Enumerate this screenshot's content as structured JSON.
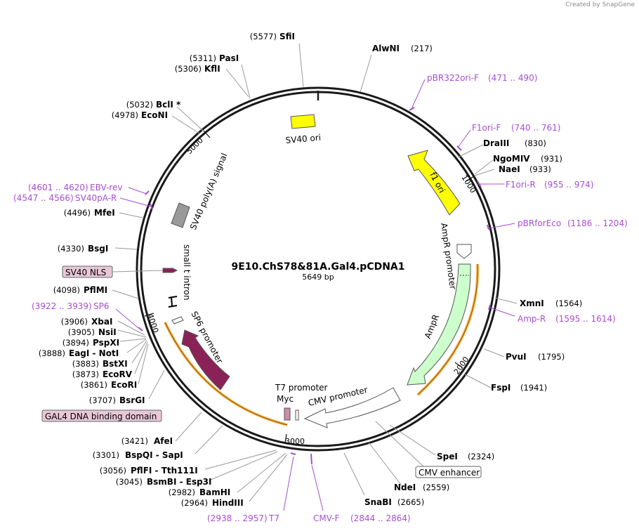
{
  "branding": "Created by SnapGene",
  "plasmid": {
    "name": "9E10.ChS78&81A.Gal4.pCDNA1",
    "size_label": "5649 bp"
  },
  "colors": {
    "primer": "#a64fd1",
    "backbone": "#1a1a1a",
    "f1ori": "#ffff00",
    "ampr": "#ccffcc",
    "gal4": "#8b2257",
    "sv40ori": "#ffff00",
    "polyA": "#999999",
    "nls": "#c98ea8",
    "orange": "#f5a623"
  },
  "ticks": [
    {
      "label": "1000"
    },
    {
      "label": "2000"
    },
    {
      "label": "3000"
    },
    {
      "label": "4000"
    },
    {
      "label": "5000"
    }
  ],
  "sites": [
    {
      "name": "SfiI",
      "pos": "(5577)"
    },
    {
      "name": "AlwNI",
      "pos": "(217)"
    },
    {
      "name": "PasI",
      "pos": "(5311)"
    },
    {
      "name": "KflI",
      "pos": "(5306)"
    },
    {
      "name": "BclI *",
      "pos": "(5032)"
    },
    {
      "name": "EcoNI",
      "pos": "(4978)"
    },
    {
      "name": "DraIII",
      "pos": "(830)"
    },
    {
      "name": "NgoMIV",
      "pos": "(931)"
    },
    {
      "name": "NaeI",
      "pos": "(933)"
    },
    {
      "name": "MfeI",
      "pos": "(4496)"
    },
    {
      "name": "BsgI",
      "pos": "(4330)"
    },
    {
      "name": "PflMI",
      "pos": "(4098)"
    },
    {
      "name": "XmnI",
      "pos": "(1564)"
    },
    {
      "name": "XbaI",
      "pos": "(3906)"
    },
    {
      "name": "NsiI",
      "pos": "(3905)"
    },
    {
      "name": "PspXI",
      "pos": "(3894)"
    },
    {
      "name": "EagI - NotI",
      "pos": "(3888)"
    },
    {
      "name": "BstXI",
      "pos": "(3883)"
    },
    {
      "name": "EcoRV",
      "pos": "(3873)"
    },
    {
      "name": "EcoRI",
      "pos": "(3861)"
    },
    {
      "name": "PvuI",
      "pos": "(1795)"
    },
    {
      "name": "FspI",
      "pos": "(1941)"
    },
    {
      "name": "BsrGI",
      "pos": "(3707)"
    },
    {
      "name": "AfeI",
      "pos": "(3421)"
    },
    {
      "name": "SpeI",
      "pos": "(2324)"
    },
    {
      "name": "BspQI - SapI",
      "pos": "(3301)"
    },
    {
      "name": "PflFI - Tth111I",
      "pos": "(3056)"
    },
    {
      "name": "BsmBI - Esp3I",
      "pos": "(3045)"
    },
    {
      "name": "NdeI",
      "pos": "(2559)"
    },
    {
      "name": "BamHI",
      "pos": "(2982)"
    },
    {
      "name": "HindIII",
      "pos": "(2964)"
    },
    {
      "name": "SnaBI",
      "pos": "(2665)"
    }
  ],
  "primers": [
    {
      "name": "pBR322ori-F",
      "range": "(471 .. 490)"
    },
    {
      "name": "F1ori-F",
      "range": "(740 .. 761)"
    },
    {
      "name": "F1ori-R",
      "range": "(955 .. 974)"
    },
    {
      "name": "pBRforEco",
      "range": "(1186 .. 1204)"
    },
    {
      "name": "Amp-R",
      "range": "(1595 .. 1614)"
    },
    {
      "name": "EBV-rev",
      "range": "(4601 .. 4620)"
    },
    {
      "name": "SV40pA-R",
      "range": "(4547 .. 4566)"
    },
    {
      "name": "SP6",
      "range": "(3922 .. 3939)"
    },
    {
      "name": "T7",
      "range": "(2938 .. 2957)"
    },
    {
      "name": "CMV-F",
      "range": "(2844 .. 2864)"
    }
  ],
  "features": {
    "sv40_ori": "SV40 ori",
    "f1_ori": "f1 ori",
    "ampr_promoter": "AmpR promoter",
    "ampr": "AmpR",
    "cmv_promoter": "CMV promoter",
    "t7_promoter": "T7 promoter",
    "myc": "Myc",
    "sp6_promoter": "SP6 promoter",
    "small_t_intron": "small t intron",
    "sv40_polya": "SV40 poly(A) signal",
    "sv40_nls": "SV40 NLS",
    "gal4": "GAL4 DNA binding domain",
    "cmv_enhancer": "CMV enhancer"
  }
}
